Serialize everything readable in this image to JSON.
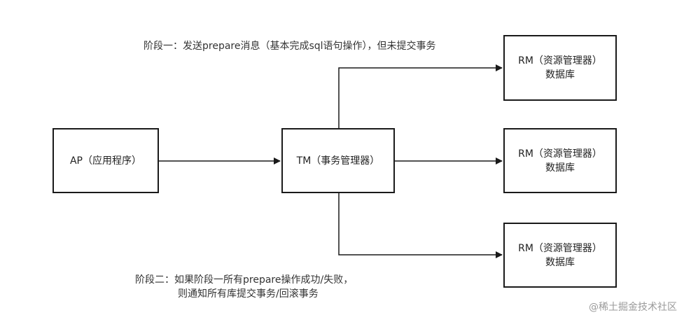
{
  "nodes": {
    "ap": {
      "label": "AP（应用程序）"
    },
    "tm": {
      "label": "TM（事务管理器）"
    },
    "rm": [
      {
        "line1": "RM（资源管理器）",
        "line2": "数据库"
      },
      {
        "line1": "RM（资源管理器）",
        "line2": "数据库"
      },
      {
        "line1": "RM（资源管理器）",
        "line2": "数据库"
      }
    ]
  },
  "phase1": {
    "text": "阶段一：发送prepare消息（基本完成sql语句操作），但未提交事务"
  },
  "phase2": {
    "line1": "阶段二：如果阶段一所有prepare操作成功/失败，",
    "line2": "则通知所有库提交事务/回滚事务"
  },
  "watermark": "@稀土掘金技术社区",
  "colors": {
    "line": "#1a1a1a",
    "text": "#222222",
    "watermark": "#9a9a9a"
  }
}
